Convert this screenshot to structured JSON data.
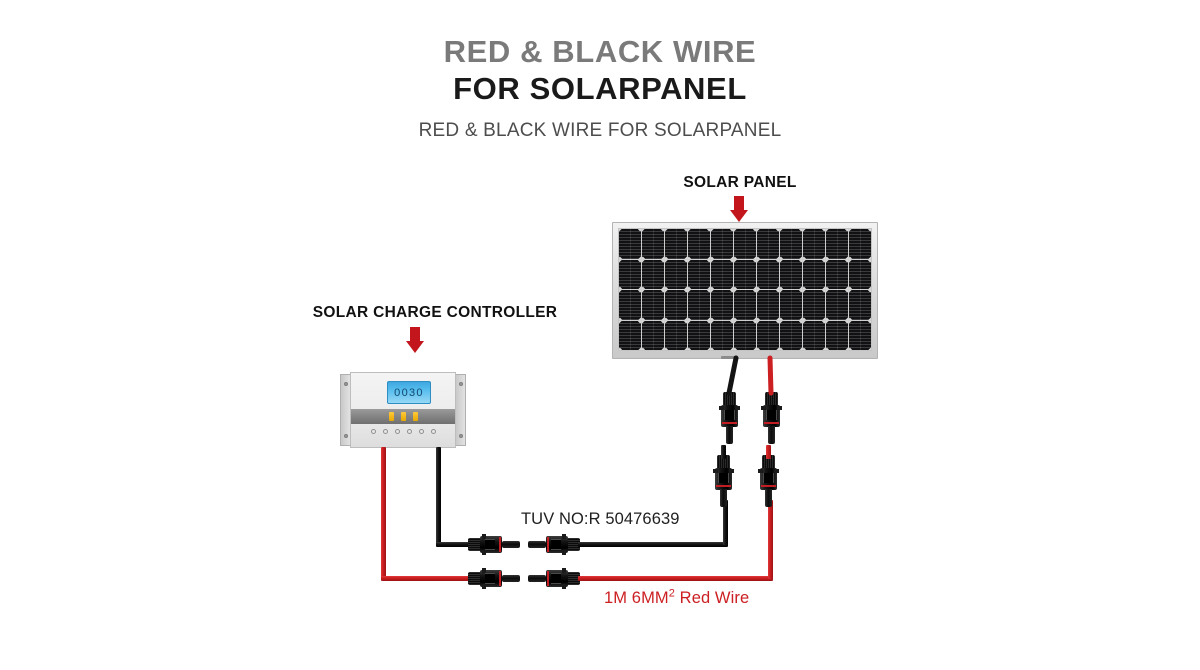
{
  "header": {
    "title_line1": "RED & BLACK WIRE",
    "title_line2": "FOR SOLARPANEL",
    "subtitle": "RED & BLACK WIRE FOR SOLARPANEL"
  },
  "callouts": {
    "solar_panel": "SOLAR PANEL",
    "charge_controller": "SOLAR CHARGE CONTROLLER"
  },
  "controller": {
    "display_value": "0030",
    "led_count": 3,
    "terminal_count": 6
  },
  "panel": {
    "cell_columns": 11,
    "cell_rows": 4
  },
  "annotations": {
    "tuv": "TUV NO:R 50476639",
    "red_wire_main": "1M 6MM",
    "red_wire_sup": "2",
    "red_wire_tail": " Red Wire"
  },
  "colors": {
    "accent_red": "#cc1f22",
    "arrow_red": "#c3161c",
    "wire_black": "#141414",
    "title_gray": "#7a7a7a",
    "title_black": "#1a1a1a",
    "lcd_blue": "#56bdee",
    "lcd_digits": "#10496e",
    "led_amber": "#ffc93a",
    "panel_frame": "#dcdcdc",
    "cell_dark": "#111113",
    "background": "#ffffff"
  }
}
